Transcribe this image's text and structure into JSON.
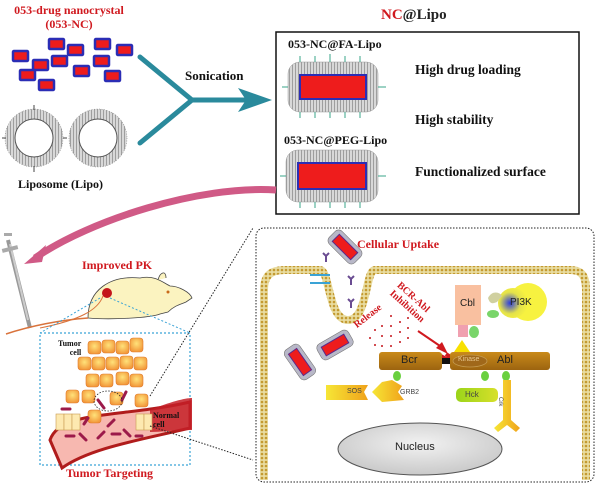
{
  "title": {
    "nanocrystal_line1": "053-drug nanocrystal",
    "nanocrystal_line2": "(053-NC)",
    "liposome": "Liposome (Lipo)",
    "sonication": "Sonication",
    "nc_prefix": "NC",
    "nc_suffix": "@Lipo"
  },
  "product_box": {
    "fa_lipo": "053-NC@FA-Lipo",
    "peg_lipo": "053-NC@PEG-Lipo",
    "features": [
      "High drug loading",
      "High stability",
      "Functionalized surface"
    ]
  },
  "in_vivo": {
    "improved_pk": "Improved PK",
    "tumor_cell": [
      "Tumor",
      "cell"
    ],
    "normal_cell": [
      "Normal",
      "cell"
    ],
    "tumor_targeting": "Tumor Targeting"
  },
  "cell_panel": {
    "cellular_uptake": "Cellular Uptake",
    "release": "Release",
    "inhibition_line1": "BCR-Abl",
    "inhibition_line2": "Inhibition",
    "proteins": {
      "cbl": "Cbl",
      "pi3k": "PI3K",
      "bcr": "Bcr",
      "kinase": "Kinase",
      "abl": "Abl",
      "sos": "SOS",
      "grb2": "GRB2",
      "hck": "Hck",
      "crk": "Crk"
    },
    "nucleus": "Nucleus"
  },
  "colors": {
    "red_label": "#d0191f",
    "teal_arrow": "#2a8a9c",
    "pink_arrow": "#d05a86",
    "drug_red": "#ee1c1c",
    "drug_border": "#2b2db5",
    "membrane_gold": "#c8a640",
    "protein_brown": "#b07410"
  }
}
